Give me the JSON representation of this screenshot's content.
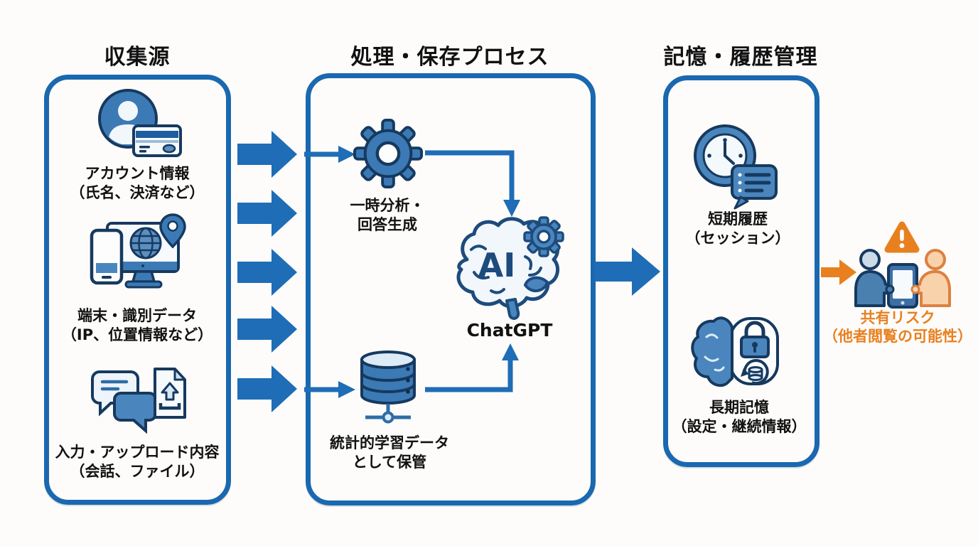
{
  "colors": {
    "box_border_blue": "#1a68b0",
    "arrow_blue": "#1e6db6",
    "icon_blue": "#3c7ab5",
    "icon_blue_light": "#4a86bd",
    "icon_dark_outline": "#16395f",
    "icon_light_fill": "#eaf2f9",
    "risk_orange": "#e8801f",
    "text_black": "#111111"
  },
  "headers": {
    "sources": "収集源",
    "process": "処理・保存プロセス",
    "memory": "記憶・履歴管理"
  },
  "sources": {
    "items": [
      {
        "icon": "account-card-icon",
        "line1": "アカウント情報",
        "line2": "（氏名、決済など）"
      },
      {
        "icon": "device-identifier-icon",
        "line1": "端末・識別データ",
        "line2": "（IP、位置情報など）"
      },
      {
        "icon": "input-upload-icon",
        "line1": "入力・アップロード内容",
        "line2": "（会話、ファイル）"
      }
    ]
  },
  "process": {
    "analysis": {
      "icon": "gear-icon",
      "line1": "一時分析・",
      "line2": "回答生成"
    },
    "ai": {
      "icon": "ai-brain-icon",
      "label": "AI",
      "caption": "ChatGPT"
    },
    "storage": {
      "icon": "database-icon",
      "line1": "統計的学習データ",
      "line2": "として保管"
    }
  },
  "memory": {
    "short_term": {
      "icon": "clock-chat-icon",
      "line1": "短期履歴",
      "line2": "（セッション）"
    },
    "long_term": {
      "icon": "brain-lock-icon",
      "line1": "長期記憶",
      "line2": "（設定・継続情報）"
    }
  },
  "risk": {
    "icon": "share-tablet-icon",
    "warning_icon": "warning-triangle-icon",
    "line1": "共有リスク",
    "line2": "（他者閲覧の可能性）"
  }
}
